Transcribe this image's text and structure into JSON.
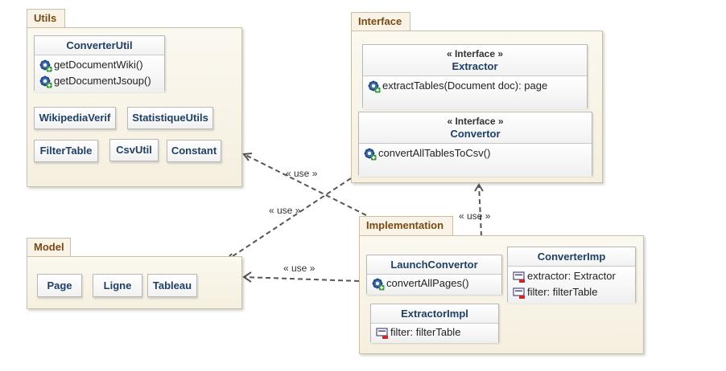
{
  "packages": {
    "utils": "Utils",
    "interface": "Interface",
    "model": "Model",
    "implementation": "Implementation"
  },
  "classes": {
    "converter_util": {
      "name": "ConverterUtil",
      "methods": [
        "getDocumentWiki()",
        "getDocumentJsoup()"
      ]
    },
    "wikipedia_verif": "WikipediaVerif",
    "statistique_utils": "StatistiqueUtils",
    "filter_table": "FilterTable",
    "csv_util": "CsvUtil",
    "constant": "Constant",
    "extractor": {
      "stereotype": "« Interface »",
      "name": "Extractor",
      "methods": [
        "extractTables(Document doc): page"
      ]
    },
    "convertor": {
      "stereotype": "« Interface »",
      "name": "Convertor",
      "methods": [
        "convertAllTablesToCsv()"
      ]
    },
    "page": "Page",
    "ligne": "Ligne",
    "tableau": "Tableau",
    "launch_convertor": {
      "name": "LaunchConvertor",
      "methods": [
        "convertAllPages()"
      ]
    },
    "converter_imp": {
      "name": "ConverterImp",
      "fields": [
        "extractor: Extractor",
        "filter: filterTable"
      ]
    },
    "extractor_impl": {
      "name": "ExtractorImpl",
      "fields": [
        "filter: filterTable"
      ]
    }
  },
  "relations": {
    "use_label": "« use »"
  },
  "icons": {
    "method": "public-method-icon",
    "field": "private-field-icon"
  }
}
